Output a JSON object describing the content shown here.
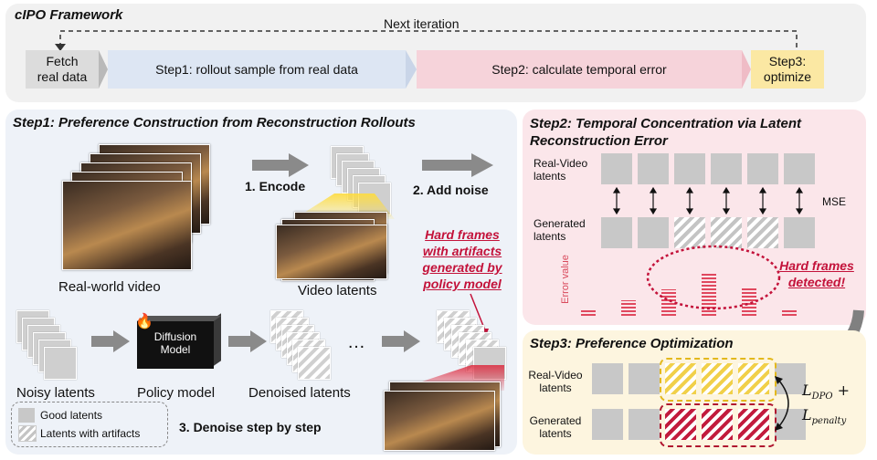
{
  "framework": {
    "title": "cIPO Framework",
    "next_iteration": "Next iteration",
    "box_fetch": "Fetch\nreal data",
    "box_step1": "Step1: rollout sample from real data",
    "box_step2": "Step2: calculate temporal error",
    "box_step3": "Step3:\noptimize"
  },
  "step1": {
    "title": "Step1: Preference Construction from Reconstruction Rollouts",
    "real_world_video": "Real-world video",
    "encode": "1. Encode",
    "add_noise": "2. Add noise",
    "video_latents": "Video latents",
    "hard_frames": "Hard frames with artifacts generated by policy model",
    "noisy_latents": "Noisy latents",
    "diffusion_model": "Diffusion Model",
    "policy_model": "Policy model",
    "denoised_latents": "Denoised latents",
    "ellipsis": "…",
    "denoise": "3. Denoise step by step",
    "legend_good": "Good latents",
    "legend_artifacts": "Latents with artifacts"
  },
  "step2": {
    "title": "Step2: Temporal Concentration via Latent Reconstruction Error",
    "real_video_latents": "Real-Video latents",
    "generated_latents": "Generated latents",
    "mse": "MSE",
    "error_value": "Error value",
    "hard_frames_detected": "Hard frames detected!",
    "error_values": [
      0.12,
      0.33,
      0.55,
      0.92,
      0.62,
      0.12
    ]
  },
  "step3": {
    "title": "Step3: Preference Optimization",
    "real_video_latents": "Real-Video latents",
    "generated_latents": "Generated latents",
    "loss_main": "L",
    "loss_main_sub": "DPO",
    "plus": "+",
    "loss_penalty": "L",
    "loss_penalty_sub": "penalty"
  },
  "colors": {
    "framework_bg": "#f1f1f1",
    "step1_box": "#dde6f3",
    "step2_box": "#f6d3da",
    "step3_box": "#fbe8a3",
    "step1_panel": "#eef2f8",
    "step2_panel": "#fbe6ea",
    "step3_panel": "#fdf5df",
    "red_text": "#c3123a"
  }
}
